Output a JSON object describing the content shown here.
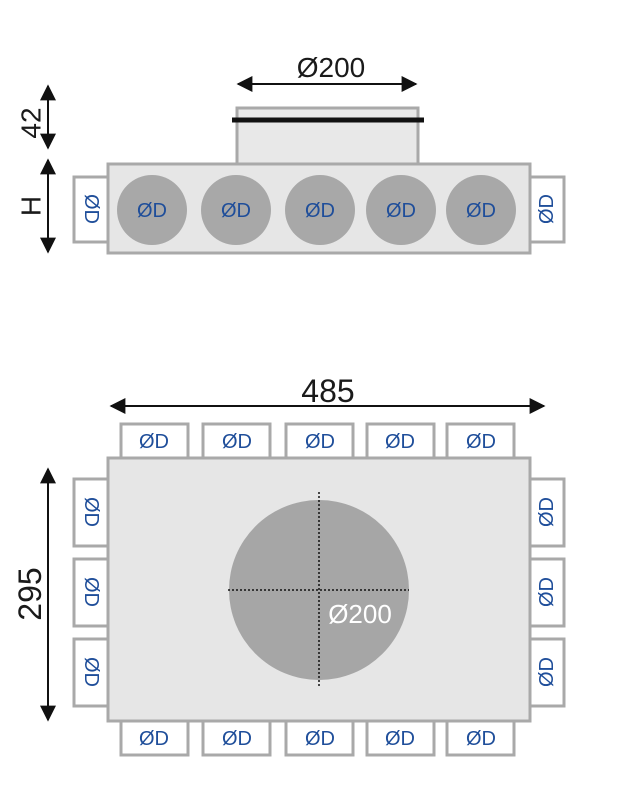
{
  "top_view": {
    "collar_label": "Ø200",
    "height_label": "42",
    "body_height_label": "H",
    "port_label": "ØD"
  },
  "plan_view": {
    "width_label": "485",
    "depth_label": "295",
    "center_label": "Ø200",
    "port_label": "ØD"
  },
  "colors": {
    "body_fill": "#e6e6e6",
    "outline": "#a9a9a9",
    "port_circle": "#a8a8a8",
    "port_text": "#1f4e9a",
    "center_circle": "#a6a6a6"
  }
}
